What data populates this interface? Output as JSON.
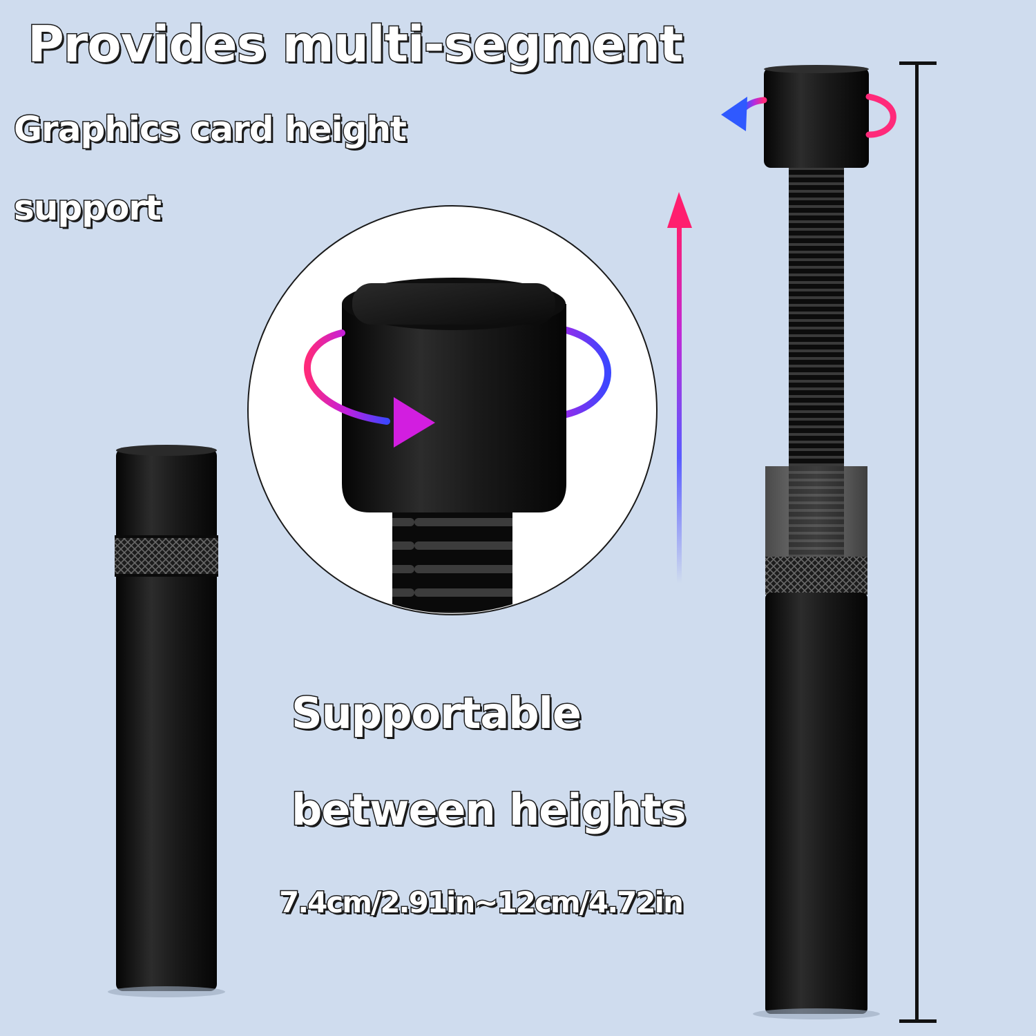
{
  "headline": {
    "line1": "Provides multi-segment",
    "line2": "Graphics card height",
    "line3": "support"
  },
  "feature": {
    "line1": "Supportable",
    "line2": "between heights",
    "range": "7.4cm/2.91in~12cm/4.72in"
  },
  "colors": {
    "background": "#cfdcee",
    "metal": "#141414",
    "arrow_pink": "#ff2a7a",
    "arrow_blue": "#2e4dff",
    "arrow_magenta": "#d61ee0"
  },
  "icons": [
    "rotate-arrow-icon",
    "up-arrow-icon",
    "height-dimension-icon"
  ]
}
